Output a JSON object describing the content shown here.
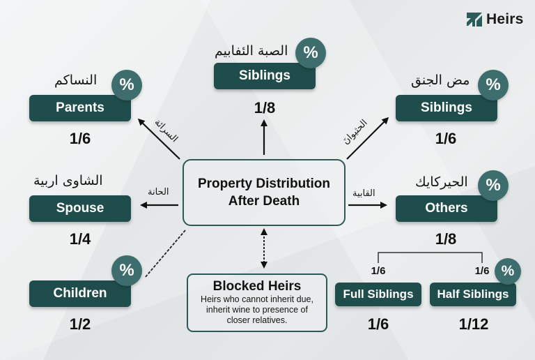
{
  "brand": {
    "name": "Heirs",
    "icon": "heirs-logo-icon"
  },
  "center": {
    "line1": "Property Distribution",
    "line2": "After Death"
  },
  "heirs": {
    "parents": {
      "label": "Parents",
      "arabic": "النساكم",
      "share": "1/6",
      "badge": "%"
    },
    "siblings_top": {
      "label": "Siblings",
      "arabic": "الصبة الئفابيم",
      "share": "1/8",
      "badge": "%"
    },
    "siblings_right": {
      "label": "Siblings",
      "arabic": "مض الجنق",
      "share": "1/6",
      "badge": "%"
    },
    "spouse": {
      "label": "Spouse",
      "arabic": "الشاوى اربية",
      "share": "1/4"
    },
    "others": {
      "label": "Others",
      "arabic": "الحيركايك",
      "share": "1/8",
      "badge": "%"
    },
    "children": {
      "label": "Children",
      "share": "1/2",
      "badge": "%"
    },
    "full_siblings": {
      "label": "Full Siblings",
      "top_share": "1/6",
      "share": "1/6"
    },
    "half_siblings": {
      "label": "Half Siblings",
      "top_share": "1/6",
      "share": "1/12",
      "badge": "%"
    }
  },
  "arrow_labels": {
    "parents": "السرائة",
    "siblings_right": "الحثيوانَ",
    "spouse": "الحانة",
    "others": "القابية"
  },
  "blocked": {
    "title": "Blocked Heirs",
    "line1": "Heirs who cannot inherit due,",
    "line2": "inherit wine to presence of",
    "line3": "closer relatives."
  },
  "colors": {
    "pill": "#1f4d4b",
    "badge": "#3d6e6d",
    "border": "#2d5856"
  }
}
